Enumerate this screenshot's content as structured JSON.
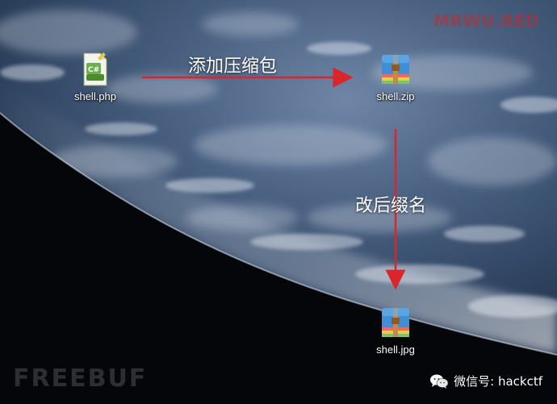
{
  "watermark_top": "MRWU.RED",
  "icons": [
    {
      "name": "shell-php",
      "label": "shell.php",
      "icon": "php-script-file-icon"
    },
    {
      "name": "shell-zip",
      "label": "shell.zip",
      "icon": "compressed-archive-icon"
    },
    {
      "name": "shell-jpg",
      "label": "shell.jpg",
      "icon": "compressed-archive-icon"
    }
  ],
  "annotations": {
    "add_archive": "添加压缩包",
    "rename_ext": "改后缀名"
  },
  "arrow_color": "#d8262c",
  "watermark_bottom": "FREEBUF",
  "wechat": {
    "icon": "wechat-icon",
    "text": "微信号: hackctf"
  }
}
